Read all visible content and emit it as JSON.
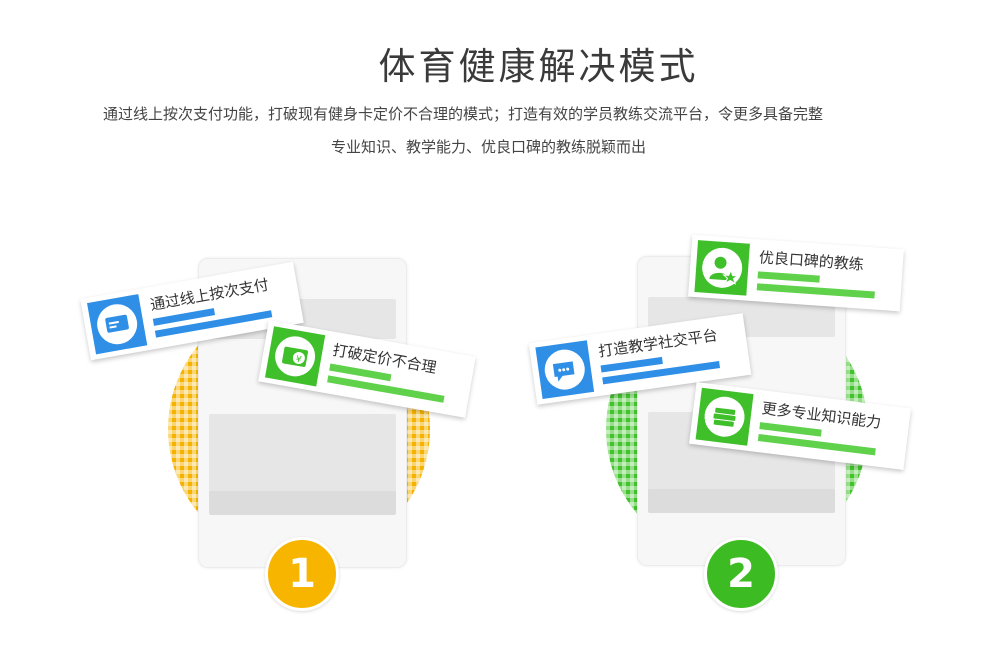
{
  "title": "体育健康解决模式",
  "description": {
    "line1": "通过线上按次支付功能，打破现有健身卡定价不合理的模式；打造有效的学员教练交流平台，令更多具备完整",
    "line2": "专业知识、教学能力、优良口碑的教练脱颖而出"
  },
  "panel1": {
    "badge": "1",
    "cards": [
      {
        "label": "通过线上按次支付",
        "icon": "card-icon"
      },
      {
        "label": "打破定价不合理",
        "icon": "wallet-icon"
      }
    ]
  },
  "panel2": {
    "badge": "2",
    "cards": [
      {
        "label": "优良口碑的教练",
        "icon": "user-star-icon"
      },
      {
        "label": "打造教学社交平台",
        "icon": "chat-icon"
      },
      {
        "label": "更多专业知识能力",
        "icon": "books-icon"
      }
    ]
  },
  "colors": {
    "yellow": "#f5b300",
    "green": "#42c22c",
    "blue": "#2f8fe6"
  }
}
